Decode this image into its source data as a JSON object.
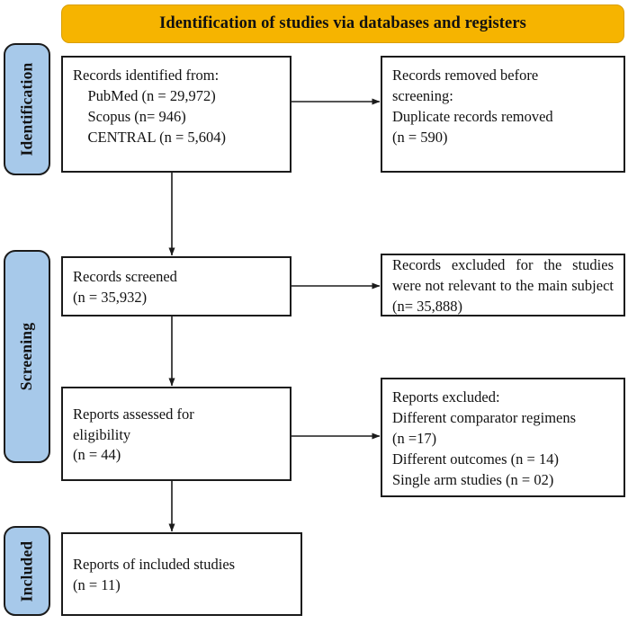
{
  "diagram": {
    "type": "PRISMA flow diagram",
    "banner": {
      "title": "Identification of studies via databases and registers",
      "color": "#F6B400"
    },
    "stage_bar_color": "#A7C9EA",
    "stages": [
      {
        "id": "identification",
        "label": "Identification"
      },
      {
        "id": "screening",
        "label": "Screening"
      },
      {
        "id": "included",
        "label": "Included"
      }
    ],
    "boxes": {
      "identified": {
        "text": "Records identified from:\n    PubMed (n = 29,972)\n    Scopus (n= 946)\n    CENTRAL (n = 5,604)"
      },
      "removed": {
        "text": "Records removed before\nscreening:\nDuplicate records removed\n(n = 590)"
      },
      "screened": {
        "text": "Records screened\n(n = 35,932)"
      },
      "excluded_screening": {
        "text": "Records excluded for the studies were not relevant to the main subject (n= 35,888)"
      },
      "eligibility": {
        "text": "Reports assessed for\neligibility\n(n = 44)"
      },
      "excluded_eligibility": {
        "text": "Reports excluded:\nDifferent comparator regimens\n(n =17)\nDifferent outcomes (n = 14)\nSingle arm studies (n = 02)"
      },
      "included": {
        "text": "Reports of included studies\n(n = 11)"
      }
    },
    "counts": {
      "pubmed": "29,972",
      "scopus": "946",
      "central": "5,604",
      "duplicates_removed": "590",
      "records_screened": "35,932",
      "records_excluded": "35,888",
      "reports_assessed": "44",
      "excluded_different_comparator": "17",
      "excluded_different_outcomes": "14",
      "excluded_single_arm": "02",
      "reports_included": "11"
    }
  }
}
